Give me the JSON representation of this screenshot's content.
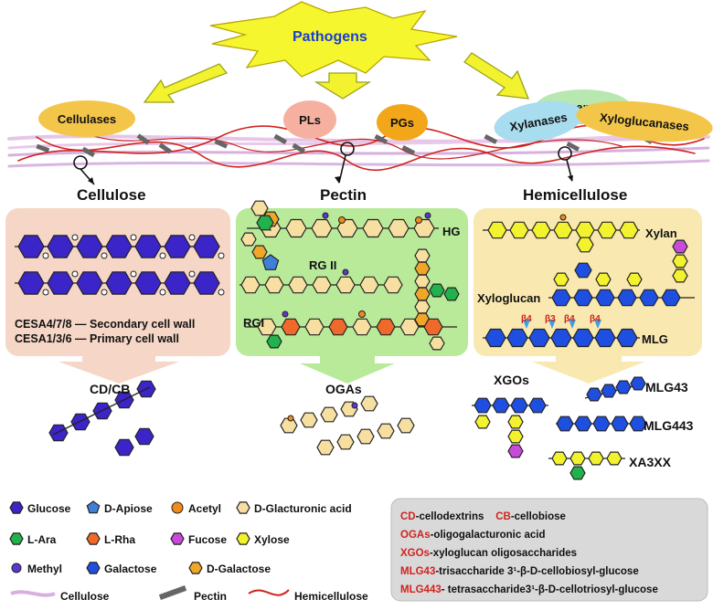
{
  "pathogens": {
    "label": "Pathogens"
  },
  "enzymes": {
    "cellulases": "Cellulases",
    "pls": "PLs",
    "pgs": "PGs",
    "glucanases": "Glucanases",
    "xylanases": "Xylanases",
    "xyloglucanases": "Xyloglucanases"
  },
  "sections": {
    "cellulose": "Cellulose",
    "pectin": "Pectin",
    "hemicellulose": "Hemicellulose"
  },
  "cellulose_panel": {
    "line1": "CESA4/7/8 — Secondary cell wall",
    "line2": "CESA1/3/6 — Primary cell wall"
  },
  "pectin_panel": {
    "hg": "HG",
    "rg2": "RG II",
    "rg1": "RGI"
  },
  "hemi_panel": {
    "xylan": "Xylan",
    "xyloglucan": "Xyloglucan",
    "mlg": "MLG",
    "bonds": [
      "β4",
      "β3",
      "β4",
      "β4"
    ]
  },
  "products": {
    "cdcb": "CD/CB",
    "ogas": "OGAs",
    "xgos": "XGOs",
    "mlg43": "MLG43",
    "mlg443": "MLG443",
    "xa3xx": "XA3XX"
  },
  "legend": {
    "glucose": "Glucose",
    "dapiose": "D-Apiose",
    "acetyl": "Acetyl",
    "dgalacturonic": "D-Glacturonic acid",
    "lara": "L-Ara",
    "lrha": "L-Rha",
    "fucose": "Fucose",
    "xylose": "Xylose",
    "methyl": "Methyl",
    "galactose": "Galactose",
    "dgalactose": "D-Galactose",
    "cellulose": "Cellulose",
    "pectin": "Pectin",
    "hemicellulose": "Hemicellulose"
  },
  "abbreviations": [
    {
      "abbr": "CD",
      "text": "-cellodextrins"
    },
    {
      "abbr": "CB",
      "text": "-cellobiose"
    },
    {
      "abbr": "OGAs",
      "text": "-oligogalacturonic acid"
    },
    {
      "abbr": "XGOs",
      "text": "-xyloglucan oligosaccharides"
    },
    {
      "abbr": "MLG43",
      "text": "-trisaccharide 3¹-β-D-cellobiosyl-glucose"
    },
    {
      "abbr": "MLG443",
      "text": "- tetrasaccharide3¹-β-D-cellotriosyl-glucose"
    }
  ],
  "colors": {
    "glucose": "#3b24c8",
    "apiose": "#3f7fd8",
    "acetyl": "#f08a1c",
    "galacturonic": "#f6dfa0",
    "ara": "#22b24b",
    "rha": "#ef6a2a",
    "fucose": "#c84ad8",
    "xylose": "#f2f22e",
    "methyl": "#5b37d6",
    "galactose": "#1f4fe0",
    "dgalactose": "#f0a628",
    "cellulose_panel": "#f6d6c6",
    "pectin_panel": "#b8ea9a",
    "hemi_panel": "#f9e8b0"
  }
}
